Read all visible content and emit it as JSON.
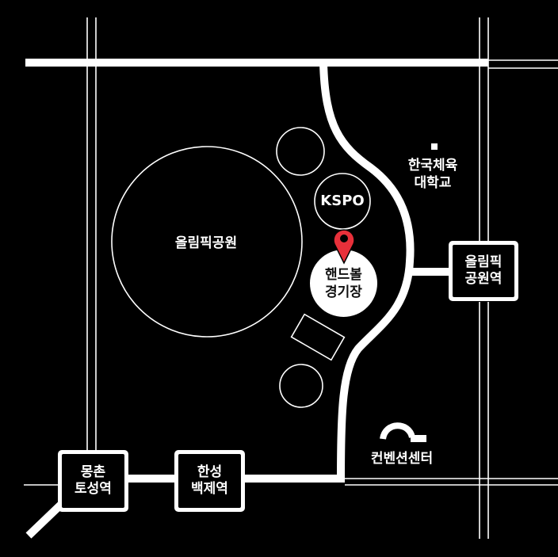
{
  "map": {
    "colors": {
      "background": "#000000",
      "road": "#ffffff",
      "marker": "#e8303a"
    },
    "park": {
      "label": "올림픽공원"
    },
    "kspo": {
      "label": "KSPO"
    },
    "venue": {
      "line1": "핸드볼",
      "line2": "경기장",
      "marker_icon": "location-pin-icon"
    },
    "university": {
      "line1": "한국체육",
      "line2": "대학교",
      "icon": "square-dot-icon"
    },
    "convention": {
      "label": "컨벤션센터",
      "icon": "u-turn-arrow-icon"
    },
    "stations": {
      "olympic_park": {
        "line1": "올림픽",
        "line2": "공원역"
      },
      "mongchon": {
        "line1": "몽촌",
        "line2": "토성역"
      },
      "hanseong": {
        "line1": "한성",
        "line2": "백제역"
      }
    }
  }
}
